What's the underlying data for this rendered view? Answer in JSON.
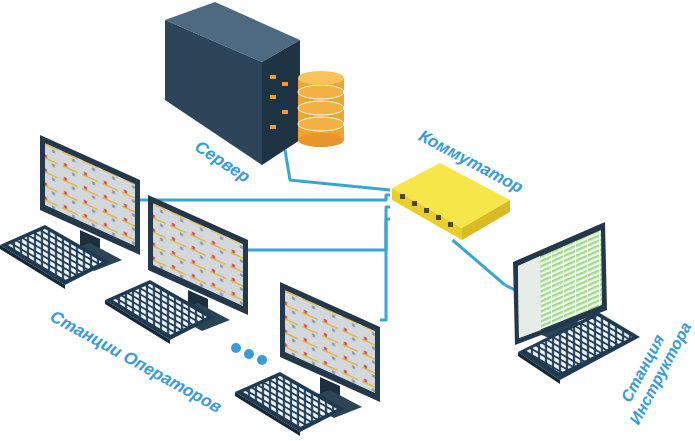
{
  "diagram": {
    "nodes": [
      {
        "text": [
          "Сервер"
        ]
      },
      {
        "text": [
          "Коммутатор"
        ]
      },
      {
        "text": [
          "Станции Операторов"
        ]
      },
      {
        "text": [
          "Станция Инструктора"
        ]
      }
    ],
    "edges": [
      {
        "from": 0,
        "to": 1,
        "arrow": "none"
      },
      {
        "from": 1,
        "to": 2,
        "arrow": "none"
      },
      {
        "from": 1,
        "to": 2,
        "arrow": "none"
      },
      {
        "from": 1,
        "to": 2,
        "arrow": "none"
      },
      {
        "from": 1,
        "to": 3,
        "arrow": "none"
      }
    ]
  }
}
